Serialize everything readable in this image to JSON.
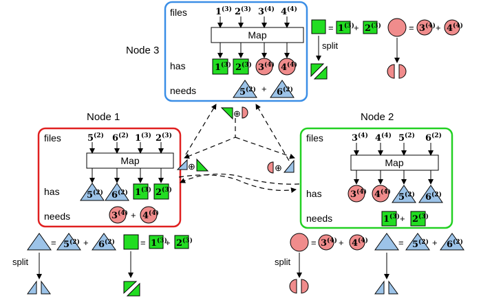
{
  "colors": {
    "node3_border": "#3a8ee6",
    "node1_border": "#e02020",
    "node2_border": "#22d022",
    "square_fill": "#22dd22",
    "circle_fill": "#f08c8c",
    "triangle_fill": "#9cc3e8"
  },
  "labels": {
    "files": "files",
    "map": "Map",
    "has": "has",
    "needs": "needs",
    "split": "split",
    "plus": "+",
    "equals": "=",
    "xor": "⊕"
  },
  "nodes": {
    "node3": {
      "title": "Node 3",
      "files": [
        {
          "id": "1",
          "sup": "(3)"
        },
        {
          "id": "2",
          "sup": "(3)"
        },
        {
          "id": "3",
          "sup": "(4)"
        },
        {
          "id": "4",
          "sup": "(4)"
        }
      ],
      "has": [
        {
          "shape": "square",
          "id": "1",
          "sup": "(3)"
        },
        {
          "shape": "square",
          "id": "2",
          "sup": "(3)"
        },
        {
          "shape": "circle",
          "id": "3",
          "sup": "(4)"
        },
        {
          "shape": "circle",
          "id": "4",
          "sup": "(4)"
        }
      ],
      "needs": [
        {
          "shape": "triangle",
          "id": "5",
          "sup": "(2)"
        },
        {
          "shape": "triangle",
          "id": "6",
          "sup": "(2)"
        }
      ]
    },
    "node1": {
      "title": "Node 1",
      "files": [
        {
          "id": "5",
          "sup": "(2)"
        },
        {
          "id": "6",
          "sup": "(2)"
        },
        {
          "id": "1",
          "sup": "(3)"
        },
        {
          "id": "2",
          "sup": "(3)"
        }
      ],
      "has": [
        {
          "shape": "triangle",
          "id": "5",
          "sup": "(2)"
        },
        {
          "shape": "triangle",
          "id": "6",
          "sup": "(2)"
        },
        {
          "shape": "square",
          "id": "1",
          "sup": "(3)"
        },
        {
          "shape": "square",
          "id": "2",
          "sup": "(3)"
        }
      ],
      "needs": [
        {
          "shape": "circle",
          "id": "3",
          "sup": "(4)"
        },
        {
          "shape": "circle",
          "id": "4",
          "sup": "(4)"
        }
      ]
    },
    "node2": {
      "title": "Node 2",
      "files": [
        {
          "id": "3",
          "sup": "(4)"
        },
        {
          "id": "4",
          "sup": "(4)"
        },
        {
          "id": "5",
          "sup": "(2)"
        },
        {
          "id": "6",
          "sup": "(2)"
        }
      ],
      "has": [
        {
          "shape": "circle",
          "id": "3",
          "sup": "(4)"
        },
        {
          "shape": "circle",
          "id": "4",
          "sup": "(4)"
        },
        {
          "shape": "triangle",
          "id": "5",
          "sup": "(2)"
        },
        {
          "shape": "triangle",
          "id": "6",
          "sup": "(2)"
        }
      ],
      "needs": [
        {
          "shape": "square",
          "id": "1",
          "sup": "(3)"
        },
        {
          "shape": "square",
          "id": "2",
          "sup": "(3)"
        }
      ]
    }
  }
}
